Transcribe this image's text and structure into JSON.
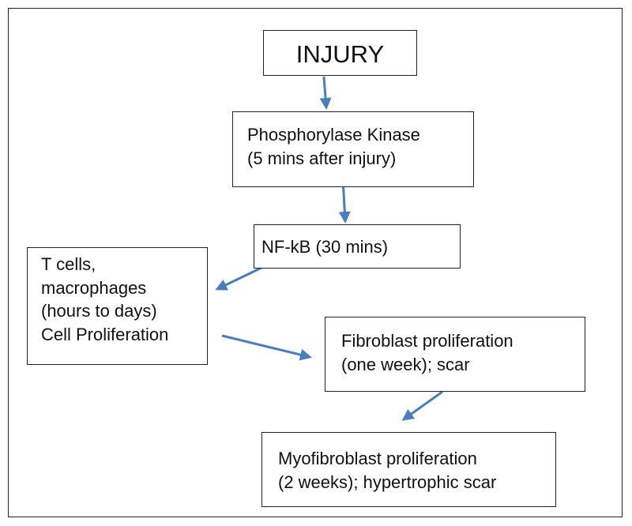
{
  "diagram": {
    "nodes": [
      {
        "id": "injury",
        "label": "INJURY"
      },
      {
        "id": "kinase",
        "label": "Phosphorylase Kinase\n(5 mins after injury)"
      },
      {
        "id": "nfkb",
        "label": "NF-kB (30 mins)"
      },
      {
        "id": "tcells",
        "label": "T cells,\nmacrophages\n(hours to days)\nCell Proliferation"
      },
      {
        "id": "fibro",
        "label": "Fibroblast proliferation\n(one week);   scar"
      },
      {
        "id": "myo",
        "label": "Myofibroblast proliferation\n(2 weeks); hypertrophic scar"
      }
    ],
    "edges": [
      {
        "from": "injury",
        "to": "kinase"
      },
      {
        "from": "kinase",
        "to": "nfkb"
      },
      {
        "from": "nfkb",
        "to": "tcells"
      },
      {
        "from": "tcells",
        "to": "fibro"
      },
      {
        "from": "fibro",
        "to": "myo"
      }
    ],
    "colors": {
      "arrow": "#4a7ebb",
      "border": "#222222"
    }
  }
}
